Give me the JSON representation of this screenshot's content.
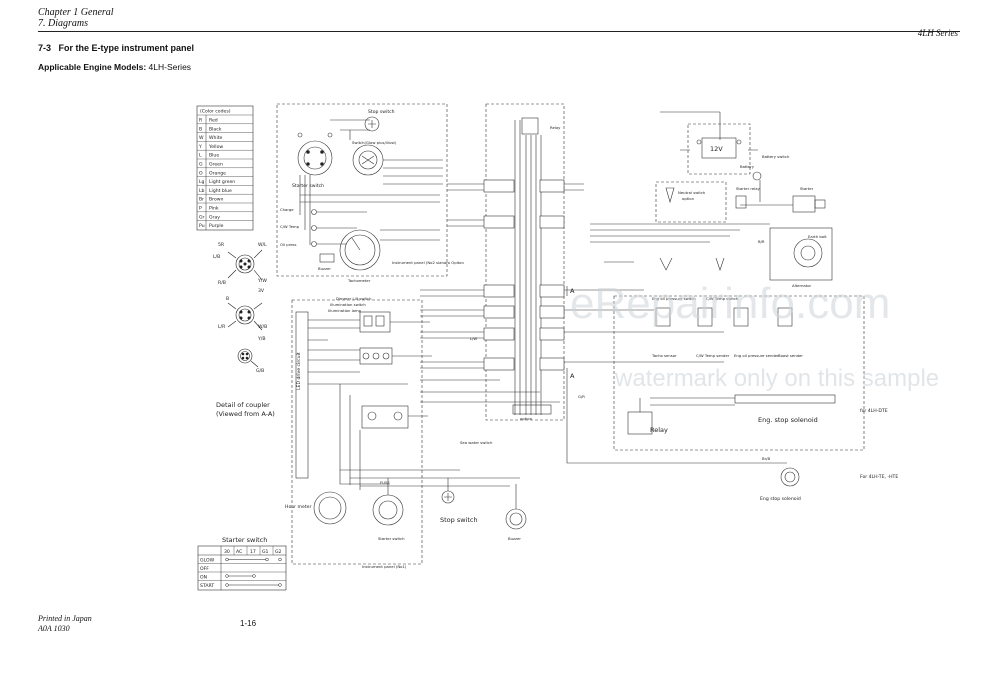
{
  "header": {
    "chapter": "Chapter 1 General",
    "section": "7. Diagrams",
    "series": "4LH Series"
  },
  "title": {
    "number": "7-3",
    "text": "For the E-type instrument panel"
  },
  "models": {
    "label": "Applicable Engine Models:",
    "value": "4LH-Series"
  },
  "legend": {
    "title": "(Color codes)",
    "rows": [
      {
        "code": "R",
        "name": "Red"
      },
      {
        "code": "B",
        "name": "Black"
      },
      {
        "code": "W",
        "name": "White"
      },
      {
        "code": "Y",
        "name": "Yellow"
      },
      {
        "code": "L",
        "name": "Blue"
      },
      {
        "code": "G",
        "name": "Green"
      },
      {
        "code": "O",
        "name": "Orange"
      },
      {
        "code": "Lg",
        "name": "Light green"
      },
      {
        "code": "Lb",
        "name": "Light blue"
      },
      {
        "code": "Br",
        "name": "Brown"
      },
      {
        "code": "P",
        "name": "Pink"
      },
      {
        "code": "Gr",
        "name": "Gray"
      },
      {
        "code": "Pu",
        "name": "Purple"
      }
    ]
  },
  "coupler": {
    "caption_1": "Detail of coupler",
    "caption_2": "(Viewed from A-A)",
    "pins_1": [
      "5R",
      "W/L",
      "L/B",
      "Y/W",
      "R/B",
      "3V"
    ],
    "pins_2": [
      "B",
      "L/R",
      "W/B",
      "Y/B"
    ],
    "pins_3": [
      "G/B"
    ]
  },
  "starter_table": {
    "title": "Starter switch",
    "columns": [
      "30",
      "AC",
      "17",
      "G1",
      "G2"
    ],
    "rows": [
      "GLOW",
      "OFF",
      "ON",
      "START"
    ]
  },
  "labels": {
    "stop_switch": "Stop switch",
    "switch_glow": "Switch(Glow plus/illust)",
    "starter_switch": "Starter switch",
    "charge": "Charge",
    "cw_temp": "C/W Temp",
    "oil_press": "Oil press",
    "buzzer": "Buzzer",
    "tachometer": "Tachometer",
    "panel_no2": "Instrument panel (No2 slanoro Opiton",
    "dimmer": "Dimmer Lilt switch",
    "illum_switch": "Illumination switch",
    "illum_lamp": "Illumination lamp",
    "led_drive": "LED drive circuit",
    "relay_top": "Relay",
    "battery": "Battery",
    "battery_voltage": "12V",
    "battery_switch": "Battery switch",
    "neutral_switch": "Neutral switch",
    "option": "option",
    "starter_relay": "Starter relay",
    "starter": "Starter",
    "earth_bolt": "Earth bolt",
    "alternator": "Alternator",
    "eng_oil_pressure_switch": "Eng oil pressure switch",
    "cw_temp_switch": "C/W Temp switch",
    "tacho_sensor": "Tacho sensor",
    "cw_temp_sender": "C/W Temp sender",
    "oil_pressure_sender": "Eng oil pressure sender",
    "boost_sender": "Boost sender",
    "relay": "Relay",
    "eng_stop_solenoid": "Eng. stop solenoid",
    "for_dte": "for 4LH-DTE",
    "for_te_hte": "For 4LH-TE, -HTE",
    "eng_stop_solenoid_2": "Eng stop solenoid",
    "sea_water_switch": "Sea water switch",
    "hour_meter": "Hour meter",
    "starter_switch_b": "Starter switch",
    "stop_switch_b": "Stop switch",
    "buzzer_b": "Buzzer",
    "panel_no1": "Instrument panel (No1)",
    "option_b": "option",
    "fuse": "FUSE",
    "section_a": "A",
    "wire_brb": "Br/B",
    "wire_br": "B/R",
    "wire_gr": "G/R",
    "wire_lw": "L/W"
  },
  "footer": {
    "printed": "Printed in Japan",
    "code": "A0A 1030",
    "page": "1-16"
  },
  "watermark": {
    "site": "eRepairinfo.com",
    "note": "watermark only on this sample"
  }
}
